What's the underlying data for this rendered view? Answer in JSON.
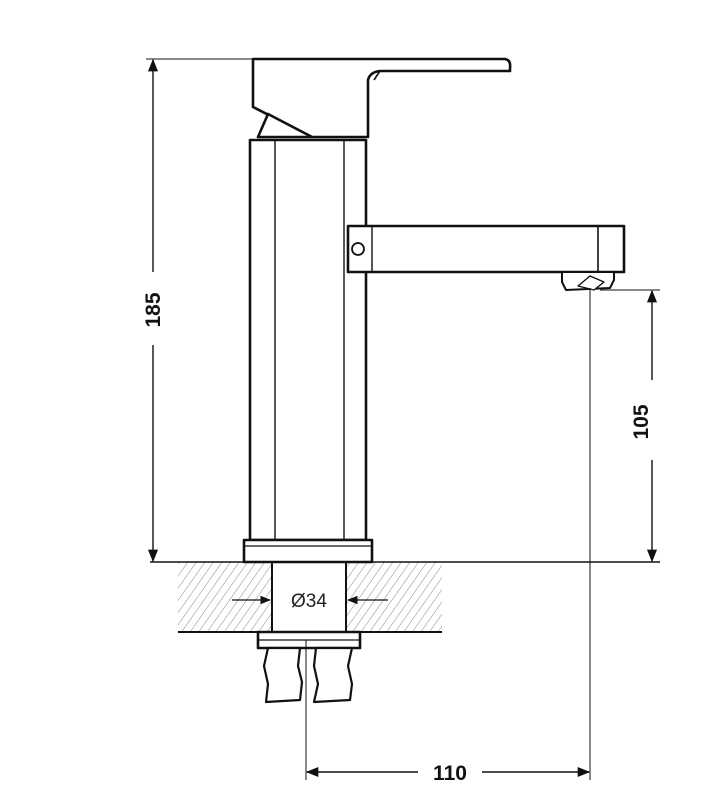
{
  "diagram": {
    "height_total": "185",
    "spout_height": "105",
    "spout_reach": "110",
    "hole_diameter": "Ø34"
  },
  "colors": {
    "line": "#111111",
    "hatch": "#777777",
    "background": "#ffffff"
  }
}
